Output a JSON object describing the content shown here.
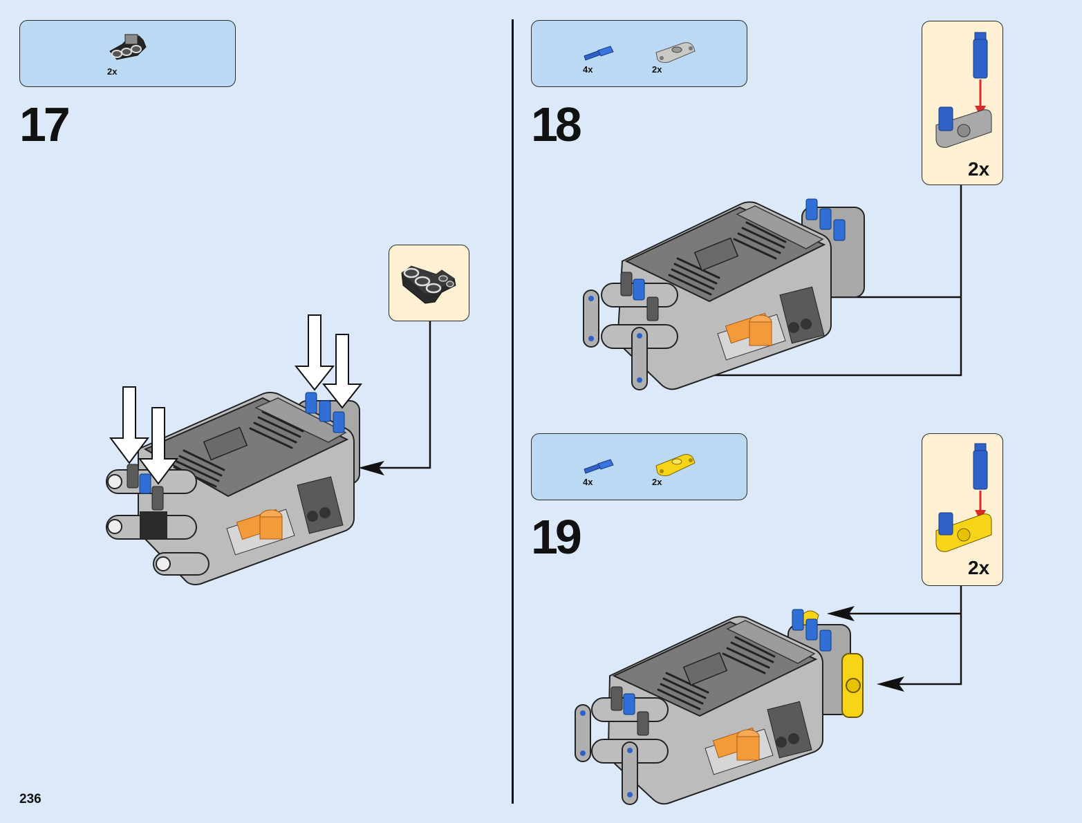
{
  "page": {
    "page_number": "236",
    "colors": {
      "background": "#dce9f8",
      "parts_box": "#bcd9f4",
      "subassembly_box": "#fdf0d3",
      "technic_blue": "#2f6fd6",
      "light_gray": "#b8b8b8",
      "dark_gray": "#6e6e6e",
      "black_part": "#262626",
      "yellow_part": "#f7d417",
      "orange_switch": "#f39a3b",
      "red_arrow": "#d92a2a"
    }
  },
  "steps": [
    {
      "number": "17",
      "parts": [
        {
          "icon": "black-3l-beam-connector-icon",
          "quantity": "2x"
        }
      ],
      "subassembly": {
        "icon": "black-thin-liftarm-icon",
        "quantity": ""
      }
    },
    {
      "number": "18",
      "parts": [
        {
          "icon": "blue-axle-pin-icon",
          "quantity": "4x"
        },
        {
          "icon": "gray-pin-connector-plate-icon",
          "quantity": "2x"
        }
      ],
      "subassembly": {
        "icon": "gray-connector-with-blue-pins-icon",
        "quantity": "2x"
      }
    },
    {
      "number": "19",
      "parts": [
        {
          "icon": "blue-axle-pin-icon",
          "quantity": "4x"
        },
        {
          "icon": "yellow-pin-connector-plate-icon",
          "quantity": "2x"
        }
      ],
      "subassembly": {
        "icon": "yellow-connector-with-blue-pins-icon",
        "quantity": "2x"
      }
    }
  ]
}
